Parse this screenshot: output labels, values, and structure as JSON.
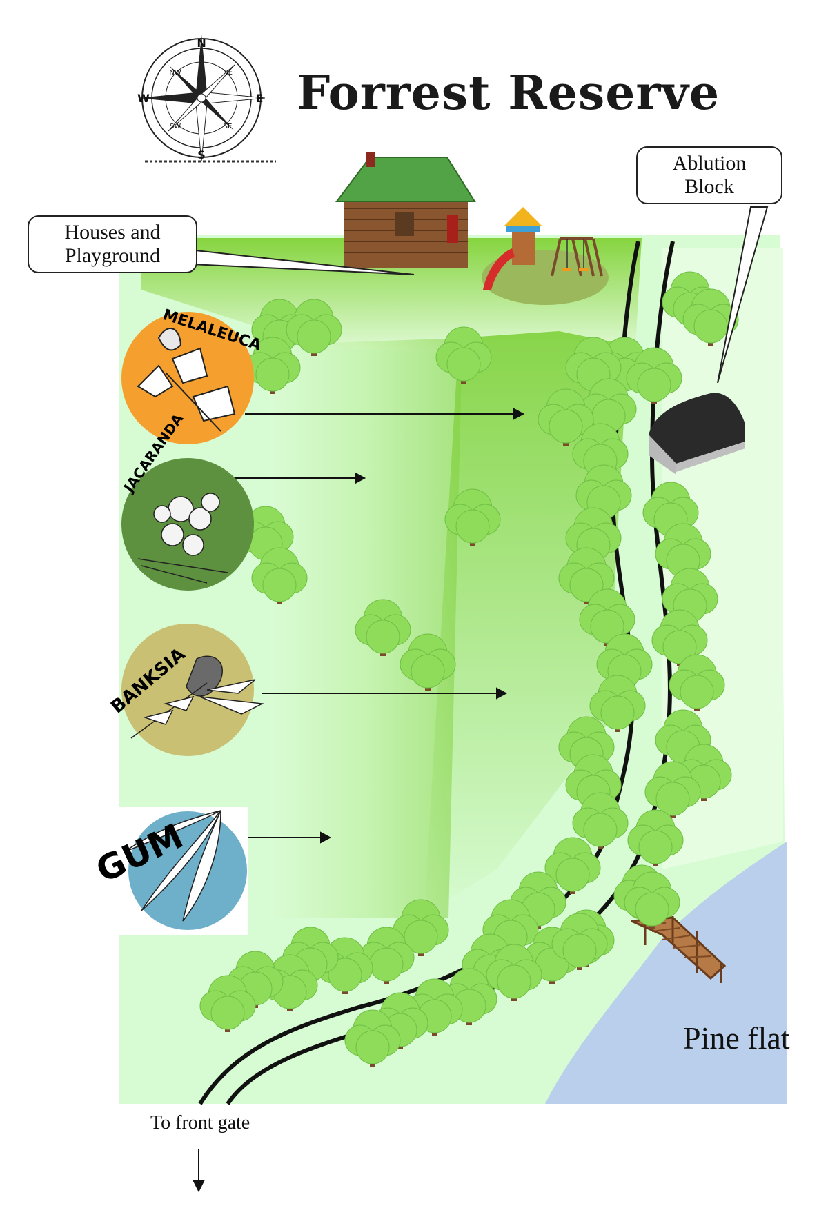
{
  "map": {
    "title": "Forrest Reserve",
    "compass": {
      "n": "N",
      "s": "S",
      "e": "E",
      "w": "W",
      "ne": "NE",
      "nw": "NW",
      "se": "SE",
      "sw": "SW"
    },
    "callouts": {
      "houses_line1": "Houses and",
      "houses_line2": "Playground",
      "ablution_line1": "Ablution",
      "ablution_line2": "Block"
    },
    "plants": [
      {
        "name": "MELALEUCA",
        "color": "#f5a02e"
      },
      {
        "name": "JACARANDA",
        "color": "#5d9140"
      },
      {
        "name": "BANKSIA",
        "color": "#c9c074"
      },
      {
        "name": "GUM",
        "color": "#6eb0c9"
      }
    ],
    "places": {
      "pine_flat": "Pine flat",
      "front_gate": "To front gate"
    },
    "colors": {
      "grass": "#7fd13b",
      "meadow": "#d4fbd0",
      "river": "#b8cfe8",
      "tree": "#8fdb5a",
      "trunk": "#7a4a2a"
    }
  }
}
